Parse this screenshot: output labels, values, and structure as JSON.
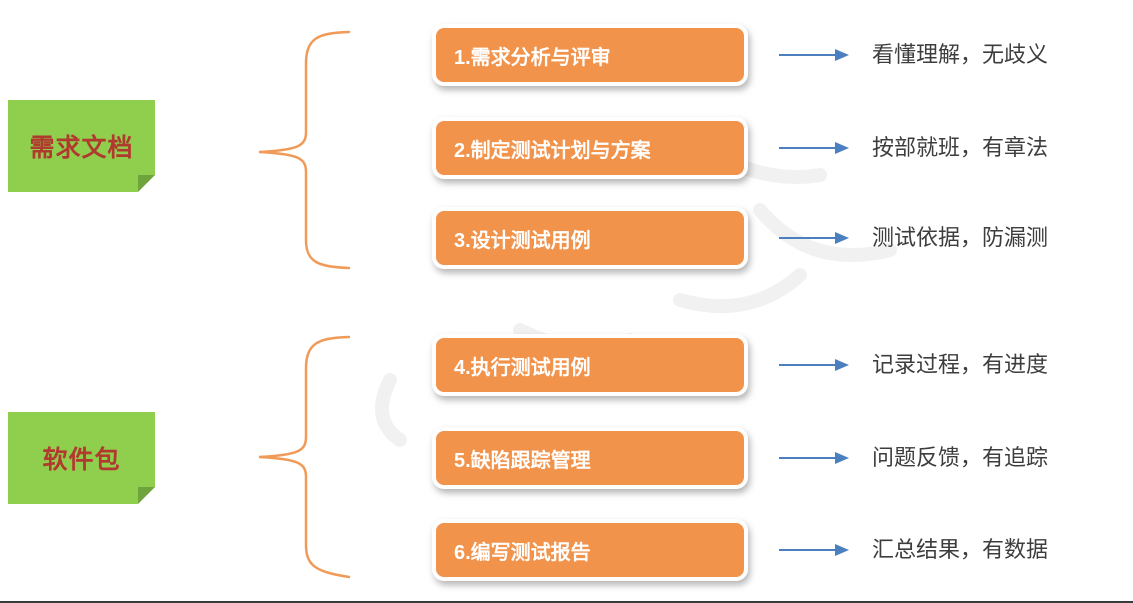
{
  "palette": {
    "step_orange": "#F2934C",
    "brace_orange": "#F19A57",
    "note_green": "#90CE4E",
    "note_fold_green": "#6FA33B",
    "note_text_red": "#B03A2E",
    "arrow_blue": "#4C7FC0",
    "result_text": "#3D3D3D"
  },
  "icons": {
    "arrow": "arrow-right-icon",
    "brace": "curly-brace-left",
    "note_fold": "folded-corner"
  },
  "groups": [
    {
      "source": {
        "label": "需求文档"
      },
      "steps": [
        {
          "label": "1.需求分析与评审",
          "result": "看懂理解，无歧义"
        },
        {
          "label": "2.制定测试计划与方案",
          "result": "按部就班，有章法"
        },
        {
          "label": "3.设计测试用例",
          "result": "测试依据，防漏测"
        }
      ]
    },
    {
      "source": {
        "label": "软件包"
      },
      "steps": [
        {
          "label": "4.执行测试用例",
          "result": "记录过程，有进度"
        },
        {
          "label": "5.缺陷跟踪管理",
          "result": "问题反馈，有追踪"
        },
        {
          "label": "6.编写测试报告",
          "result": "汇总结果，有数据"
        }
      ]
    }
  ]
}
